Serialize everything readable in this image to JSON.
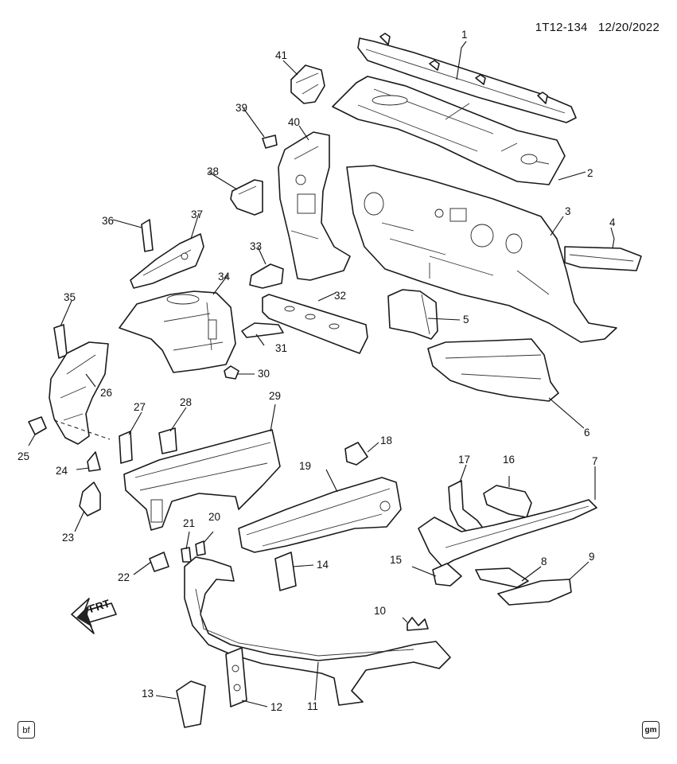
{
  "header": {
    "code": "1T12-134",
    "date": "12/20/2022"
  },
  "footer": {
    "left_badge": "bf",
    "right_badge": "gm"
  },
  "front_arrow_label": "FRT",
  "callouts": [
    "1",
    "2",
    "3",
    "4",
    "5",
    "6",
    "7",
    "8",
    "9",
    "10",
    "11",
    "12",
    "13",
    "14",
    "15",
    "16",
    "17",
    "18",
    "19",
    "20",
    "21",
    "22",
    "23",
    "24",
    "25",
    "26",
    "27",
    "28",
    "29",
    "30",
    "31",
    "32",
    "33",
    "34",
    "35",
    "36",
    "37",
    "38",
    "39",
    "40",
    "41"
  ]
}
